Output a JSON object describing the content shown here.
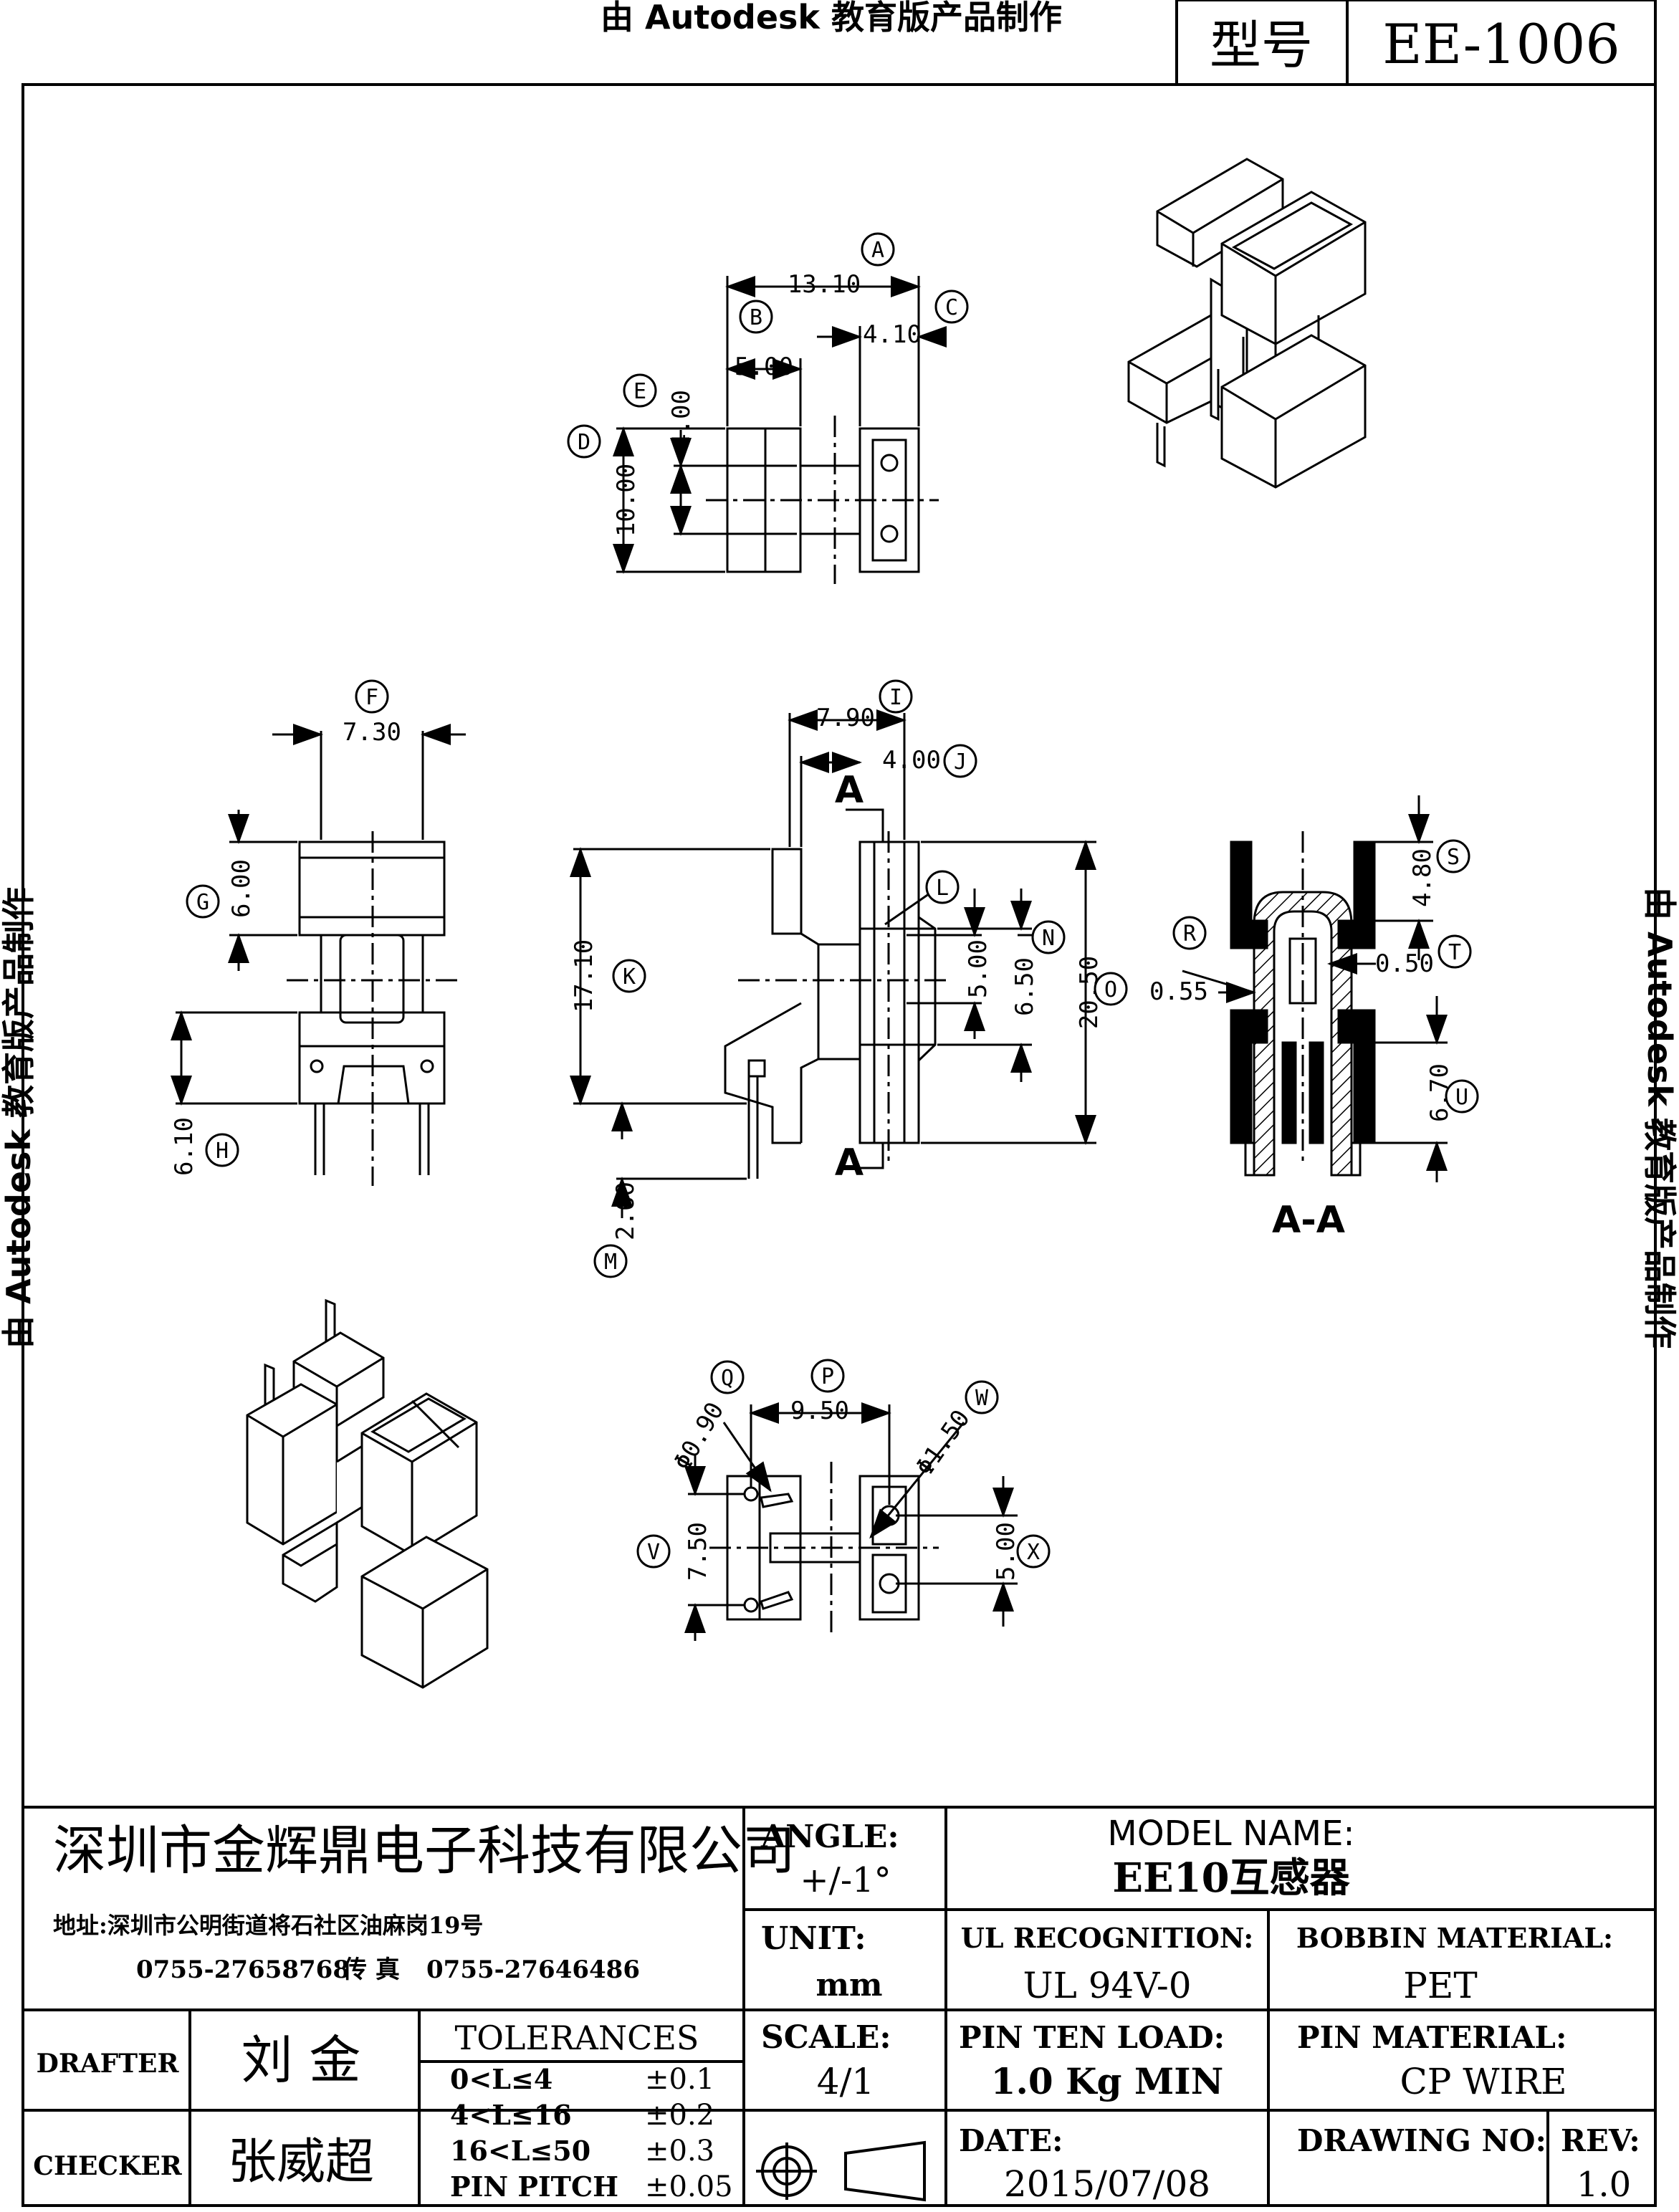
{
  "watermark": {
    "text": "由 Autodesk 教育版产品制作"
  },
  "model_box": {
    "label": "型号",
    "value": "EE-1006"
  },
  "dimensions": {
    "A": "13.10",
    "B": "5.00",
    "C": "4.10",
    "D": "10.00",
    "E": "4.00",
    "F": "7.30",
    "G": "6.00",
    "H": "6.10",
    "I": "7.90",
    "J": "4.00",
    "K": "17.10",
    "M": "2.60",
    "N": "5.00",
    "N2": "6.50",
    "O": "20.50",
    "S": "4.80",
    "T": "0.50",
    "R": "0.55",
    "U": "6.70",
    "P": "9.50",
    "Q": "Φ0.90",
    "W": "Φ1.50",
    "V": "7.50",
    "X": "5.00"
  },
  "labels": [
    "A",
    "B",
    "C",
    "D",
    "E",
    "F",
    "G",
    "H",
    "I",
    "J",
    "K",
    "L",
    "M",
    "N",
    "O",
    "P",
    "Q",
    "R",
    "S",
    "T",
    "U",
    "V",
    "W",
    "X"
  ],
  "section": {
    "arrow_label": "A",
    "title": "A-A"
  },
  "title_block": {
    "company": "深圳市金辉鼎电子科技有限公司",
    "address": "地址:深圳市公明街道将石社区油麻岗19号",
    "phone": "0755-27658768",
    "fax_label": "传 真",
    "fax": "0755-27646486",
    "angle_label": "ANGLE:",
    "angle_value": "+/-1°",
    "model_name_label": "MODEL NAME:",
    "model_name_value": "EE10互感器",
    "unit_label": "UNIT:",
    "unit_value": "mm",
    "ul_label": "UL RECOGNITION:",
    "ul_value": "UL 94V-0",
    "bobbin_label": "BOBBIN MATERIAL:",
    "bobbin_value": "PET",
    "drafter_label": "DRAFTER",
    "drafter_value": "刘 金",
    "checker_label": "CHECKER",
    "checker_value": "张威超",
    "tolerances_label": "TOLERANCES",
    "tolerances": [
      {
        "range": "0<L≤4",
        "tol": "±0.1"
      },
      {
        "range": "4<L≤16",
        "tol": "±0.2"
      },
      {
        "range": "16<L≤50",
        "tol": "±0.3"
      },
      {
        "range": "PIN PITCH",
        "tol": "±0.05"
      }
    ],
    "scale_label": "SCALE:",
    "scale_value": "4/1",
    "pin_load_label": "PIN TEN LOAD:",
    "pin_load_value": "1.0 Kg MIN",
    "pin_material_label": "PIN MATERIAL:",
    "pin_material_value": "CP WIRE",
    "date_label": "DATE:",
    "date_value": "2015/07/08",
    "drawing_no_label": "DRAWING NO:",
    "rev_label": "REV:",
    "rev_value": "1.0"
  }
}
